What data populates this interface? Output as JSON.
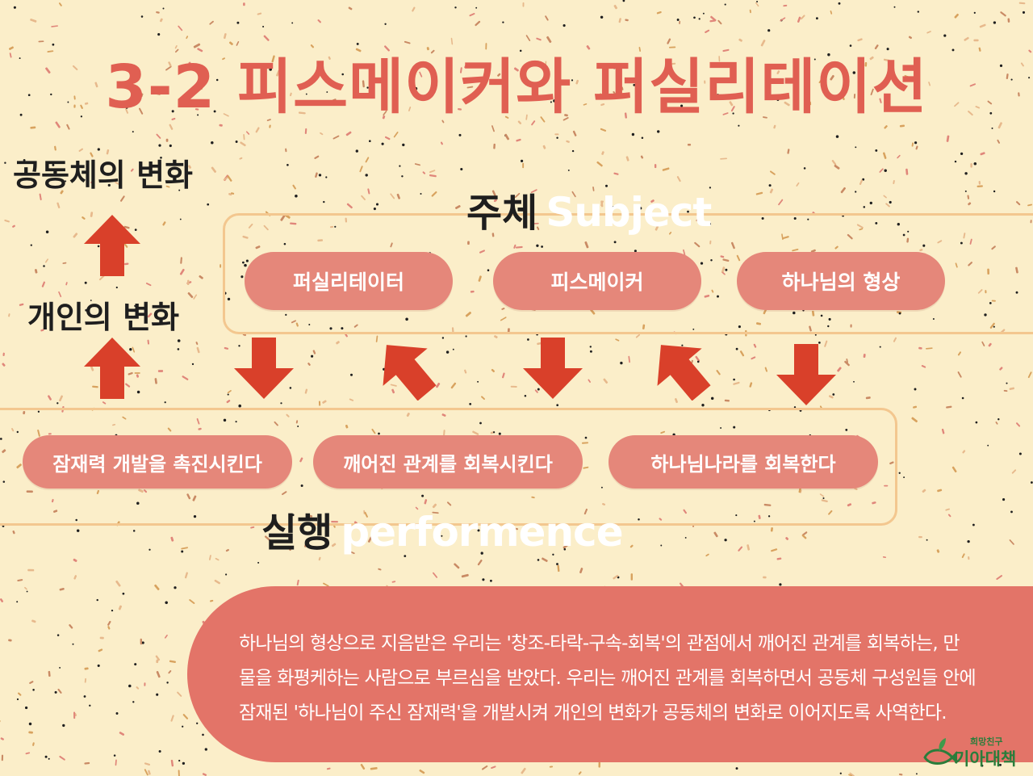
{
  "title": "3-2 피스메이커와 퍼실리테이션",
  "side": {
    "community": "공동체의 변화",
    "personal": "개인의 변화"
  },
  "subject": {
    "label_ko": "주체",
    "label_en": "Subject",
    "items": [
      "퍼실리테이터",
      "피스메이커",
      "하나님의 형상"
    ]
  },
  "performance": {
    "label_ko": "실행",
    "label_en": "performence",
    "items": [
      "잠재력 개발을 촉진시킨다",
      "깨어진 관계를 회복시킨다",
      "하나님나라를 회복한다"
    ]
  },
  "description": {
    "lines": [
      "하나님의 형상으로 지음받은 우리는 '창조-타락-구속-회복'의 관점에서 깨어진 관계를 회복하는, 만",
      "물을 화평케하는 사람으로 부르심을 받았다. 우리는 깨어진 관계를 회복하면서 공동체 구성원들 안에",
      "잠재된 '하나님이 주신 잠재력'을 개발시켜 개인의 변화가 공동체의 변화로 이어지도록 사역한다."
    ]
  },
  "logo": {
    "small": "희망친구",
    "big": "기아대책"
  },
  "colors": {
    "background": "#fbeec9",
    "accent": "#e05f52",
    "pill": "#e5877a",
    "arrow": "#d9402a",
    "panel": "#e37468",
    "frame": "#f3c78f"
  }
}
